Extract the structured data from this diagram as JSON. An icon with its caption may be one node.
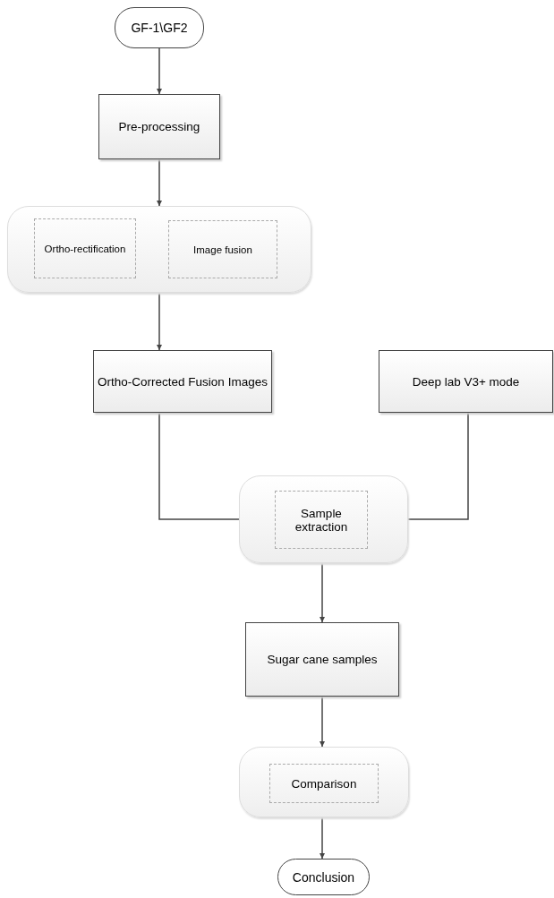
{
  "diagram": {
    "nodes": [
      {
        "text": [
          "GF-1\\GF2"
        ]
      },
      {
        "text": [
          "Pre-processing"
        ]
      },
      {
        "text": [],
        "shape": "box"
      },
      {
        "text": [
          "Ortho-rectification"
        ],
        "in": 2
      },
      {
        "text": [
          "Image fusion"
        ],
        "in": 2
      },
      {
        "text": [
          "Ortho-Corrected Fusion Images"
        ]
      },
      {
        "text": [
          "Deep lab V3+ mode"
        ]
      },
      {
        "text": [],
        "shape": "box"
      },
      {
        "text": [
          "Sample extraction"
        ],
        "in": 7
      },
      {
        "text": [
          "Sugar cane samples"
        ]
      },
      {
        "text": [],
        "shape": "box"
      },
      {
        "text": [
          "Comparison"
        ],
        "in": 10
      },
      {
        "text": [
          "Conclusion"
        ]
      }
    ],
    "edges": [
      {
        "from": 0,
        "to": 1,
        "arrow": "to"
      },
      {
        "from": 1,
        "to": 2,
        "arrow": "to"
      },
      {
        "from": 2,
        "to": 5,
        "arrow": "to"
      },
      {
        "from": 5,
        "to": 7,
        "arrow": "none"
      },
      {
        "from": 6,
        "to": 7,
        "arrow": "none"
      },
      {
        "from": 7,
        "to": 9,
        "arrow": "to"
      },
      {
        "from": 9,
        "to": 10,
        "arrow": "to"
      },
      {
        "from": 10,
        "to": 12,
        "arrow": "to"
      }
    ]
  }
}
